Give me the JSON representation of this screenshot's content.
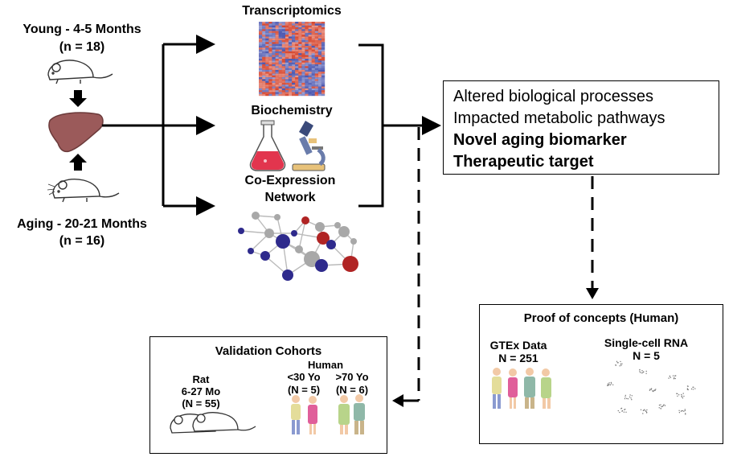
{
  "left": {
    "young_label": "Young - 4-5 Months",
    "young_n": "(n = 18)",
    "aging_label": "Aging - 20-21 Months",
    "aging_n": "(n = 16)"
  },
  "methods": {
    "transcriptomics": "Transcriptomics",
    "biochemistry": "Biochemistry",
    "coexpression_line1": "Co-Expression",
    "coexpression_line2": "Network"
  },
  "outcomes": {
    "items": [
      "Altered biological processes",
      "Impacted metabolic pathways"
    ],
    "bold_items": [
      "Novel aging biomarker",
      "Therapeutic target"
    ]
  },
  "proof": {
    "title": "Proof of concepts (Human)",
    "gtex_label": "GTEx Data",
    "gtex_n": "N = 251",
    "sc_label": "Single-cell RNA",
    "sc_n": "N = 5"
  },
  "validation": {
    "title": "Validation Cohorts",
    "rat_label": "Rat",
    "rat_age": "6-27 Mo",
    "rat_n": "(N = 55)",
    "human_label": "Human",
    "young_group": "<30 Yo",
    "young_n": "(N = 5)",
    "old_group": ">70 Yo",
    "old_n": "(N = 6)"
  },
  "colors": {
    "liver": "#9b5a5a",
    "network_blue": "#2e2a8c",
    "network_red": "#b02424",
    "network_gray": "#a8a8a8",
    "heatmap_red": "#d7472f",
    "heatmap_blue": "#4a56b0"
  }
}
